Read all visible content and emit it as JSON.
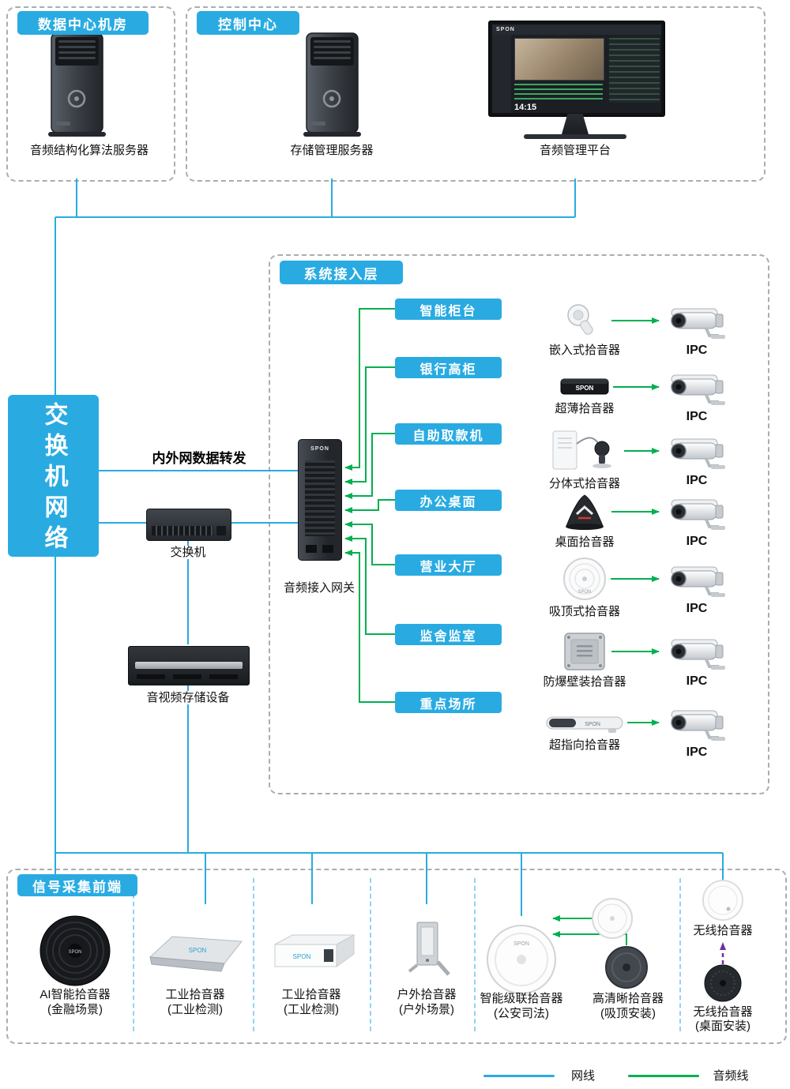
{
  "brand": "SPON",
  "data_center": {
    "title": "数据中心机房",
    "server": "音频结构化算法服务器"
  },
  "control_center": {
    "title": "控制中心",
    "server": "存储管理服务器",
    "platform": "音频管理平台",
    "screen_time": "14:15"
  },
  "switch_network": {
    "label": "交换机网络"
  },
  "core": {
    "forwarding": "内外网数据转发",
    "switch": "交换机",
    "gateway": "音频接入网关",
    "storage": "音视频存储设备"
  },
  "access_layer": {
    "title": "系统接入层",
    "rows": [
      {
        "scene": "智能柜台",
        "device": "嵌入式拾音器",
        "camera": "IPC"
      },
      {
        "scene": "银行高柜",
        "device": "超薄拾音器",
        "camera": "IPC"
      },
      {
        "scene": "自助取款机",
        "device": "分体式拾音器",
        "camera": "IPC"
      },
      {
        "scene": "办公桌面",
        "device": "桌面拾音器",
        "camera": "IPC"
      },
      {
        "scene": "营业大厅",
        "device": "吸顶式拾音器",
        "camera": "IPC"
      },
      {
        "scene": "监舍监室",
        "device": "防爆壁装拾音器",
        "camera": "IPC"
      },
      {
        "scene": "重点场所",
        "device": "超指向拾音器",
        "camera": "IPC"
      }
    ]
  },
  "frontend": {
    "title": "信号采集前端",
    "items": [
      {
        "label": "AI智能拾音器",
        "sub": "(金融场景)"
      },
      {
        "label": "工业拾音器",
        "sub": "(工业检测)"
      },
      {
        "label": "工业拾音器",
        "sub": "(工业检测)"
      },
      {
        "label": "户外拾音器",
        "sub": "(户外场景)"
      },
      {
        "label": "智能级联拾音器",
        "sub": "(公安司法)"
      },
      {
        "label": "高清晰拾音器",
        "sub": "(吸顶安装)"
      },
      {
        "label": "无线拾音器",
        "sub": ""
      },
      {
        "label": "无线拾音器",
        "sub": "(桌面安装)"
      }
    ]
  },
  "legend": {
    "network": "网线",
    "audio": "音频线"
  },
  "colors": {
    "line_network": "#29abe2",
    "line_audio": "#00b050",
    "arrow_wireless": "#7030a0"
  }
}
